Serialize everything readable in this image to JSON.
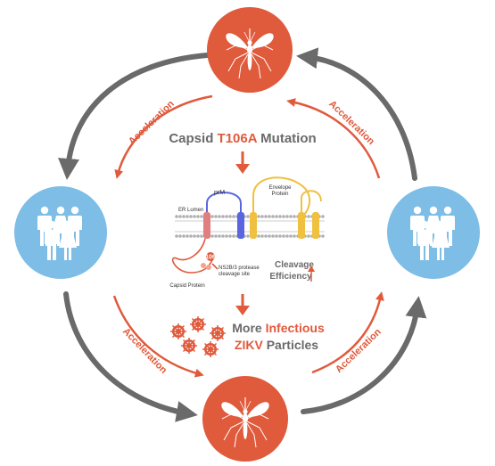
{
  "colors": {
    "accent": "#e05a3c",
    "gray": "#6a6a6a",
    "human_blue": "#7dbde6",
    "mosquito_red": "#e05a3c"
  },
  "title": {
    "prefix": "Capsid",
    "mutation": "T106A",
    "suffix": "Mutation"
  },
  "cycle_labels": {
    "top_left": "Acceleration",
    "top_right": "Acceleration",
    "bottom_left": "Acceleration",
    "bottom_right": "Acceleration"
  },
  "membrane": {
    "er_lumen": "ER Lumen",
    "prm": "prM",
    "envelope": "Envelope",
    "envelope_line2": "Protein",
    "capsid": "Capsid Protein",
    "mutation_site": "106",
    "cleavage_site": "NS2B/3 protease",
    "cleavage_site_line2": "cleavage site",
    "efficiency_line1": "Cleavage",
    "efficiency_line2": "Efficiency"
  },
  "result": {
    "line1_prefix": "More",
    "line1_accent": "Infectious",
    "line2_accent": "ZIKV",
    "line2_suffix": "Particles"
  },
  "icons": [
    "mosquito-icon",
    "people-icon",
    "virus-particle-icon"
  ]
}
